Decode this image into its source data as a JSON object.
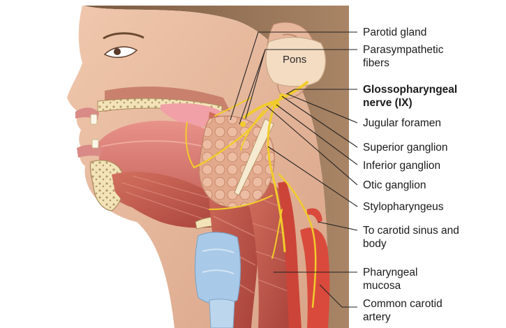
{
  "figure": {
    "pons": "Pons",
    "labels": {
      "parotid_gland": "Parotid gland",
      "parasympathetic_fibers": [
        "Parasympathetic",
        "fibers"
      ],
      "glossopharyngeal_nerve": [
        "Glossopharyngeal",
        "nerve (IX)"
      ],
      "jugular_foramen": "Jugular foramen",
      "superior_ganglion": "Superior ganglion",
      "inferior_ganglion": "Inferior ganglion",
      "otic_ganglion": "Otic ganglion",
      "stylopharyngeus": "Stylopharyngeus",
      "to_carotid_sinus": [
        "To carotid sinus and",
        "body"
      ],
      "pharyngeal_mucosa": [
        "Pharyngeal",
        "mucosa"
      ],
      "common_carotid_artery": [
        "Common carotid",
        "artery"
      ]
    }
  },
  "colors": {
    "skin": "#e6b89a",
    "hair": "#8a6a4e",
    "muscle": "#c0554a",
    "nerve": "#f2cc2a",
    "gland": "#e2a98c",
    "cartilage": "#a9c9e8",
    "leader_line": "#222222"
  }
}
